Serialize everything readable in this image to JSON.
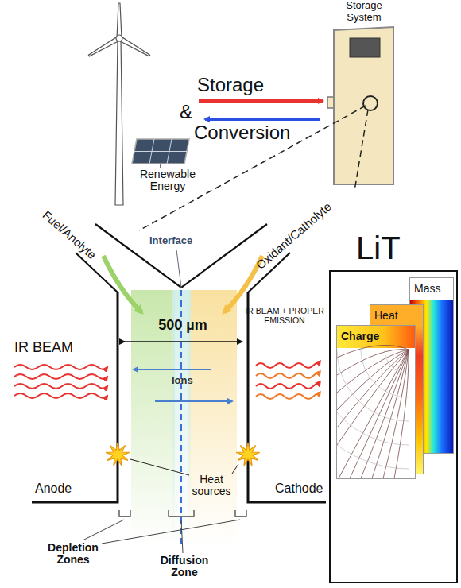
{
  "diagram": {
    "nodes": [
      {
        "text": [
          "Storage System"
        ]
      },
      {
        "text": [
          "LiT"
        ]
      },
      {
        "text": [
          "Mass"
        ],
        "in": 1
      },
      {
        "text": [
          "Heat"
        ],
        "in": 1
      },
      {
        "text": [
          "Charge"
        ],
        "in": 1
      }
    ],
    "labels": [
      "Storage",
      "&",
      "Conversion",
      "Renewable Energy",
      "Fuel/Anolyte",
      "Interface",
      "Oxidant/Catholyte",
      "500 µm",
      "IR BEAM",
      "IR BEAM + PROPER EMISSION",
      "Ions",
      "Heat sources",
      "Anode",
      "Cathode",
      "Depletion Zones",
      "Diffusion Zone"
    ]
  }
}
